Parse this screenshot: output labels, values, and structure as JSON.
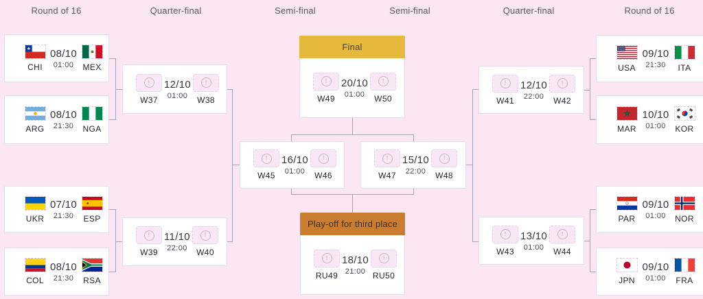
{
  "columns": [
    "Round of 16",
    "Quarter-final",
    "Semi-final",
    "Semi-final",
    "Quarter-final",
    "Round of 16"
  ],
  "colors": {
    "background": "#fae7f3",
    "card_border": "#e7dcea",
    "connector": "#a9a1b6",
    "final_header_bg": "#e5b93c",
    "third_place_header_bg": "#cb7d2f"
  },
  "matches": [
    {
      "slot": "r16-left-1",
      "home": {
        "code": "CHI",
        "flag": "chile"
      },
      "away": {
        "code": "MEX",
        "flag": "mexico"
      },
      "date": "08/10",
      "time": "01:00"
    },
    {
      "slot": "r16-left-2",
      "home": {
        "code": "ARG",
        "flag": "argentina"
      },
      "away": {
        "code": "NGA",
        "flag": "nigeria"
      },
      "date": "08/10",
      "time": "21:30"
    },
    {
      "slot": "r16-left-3",
      "home": {
        "code": "UKR",
        "flag": "ukraine"
      },
      "away": {
        "code": "ESP",
        "flag": "spain"
      },
      "date": "07/10",
      "time": "21:30"
    },
    {
      "slot": "r16-left-4",
      "home": {
        "code": "COL",
        "flag": "colombia"
      },
      "away": {
        "code": "RSA",
        "flag": "south-africa"
      },
      "date": "08/10",
      "time": "21:30"
    },
    {
      "slot": "qf-left-1",
      "home": {
        "code": "W37",
        "flag": "tbd"
      },
      "away": {
        "code": "W38",
        "flag": "tbd"
      },
      "date": "12/10",
      "time": "01:00"
    },
    {
      "slot": "qf-left-2",
      "home": {
        "code": "W39",
        "flag": "tbd"
      },
      "away": {
        "code": "W40",
        "flag": "tbd"
      },
      "date": "11/10",
      "time": "22:00"
    },
    {
      "slot": "sf-left",
      "home": {
        "code": "W45",
        "flag": "tbd"
      },
      "away": {
        "code": "W46",
        "flag": "tbd"
      },
      "date": "16/10",
      "time": "01:00"
    },
    {
      "slot": "sf-right",
      "home": {
        "code": "W47",
        "flag": "tbd"
      },
      "away": {
        "code": "W48",
        "flag": "tbd"
      },
      "date": "15/10",
      "time": "22:00"
    },
    {
      "slot": "final",
      "header": "Final",
      "home": {
        "code": "W49",
        "flag": "tbd"
      },
      "away": {
        "code": "W50",
        "flag": "tbd"
      },
      "date": "20/10",
      "time": "01:00"
    },
    {
      "slot": "third-place",
      "header": "Play-off for third place",
      "home": {
        "code": "RU49",
        "flag": "tbd"
      },
      "away": {
        "code": "RU50",
        "flag": "tbd"
      },
      "date": "18/10",
      "time": "21:00"
    },
    {
      "slot": "qf-right-1",
      "home": {
        "code": "W41",
        "flag": "tbd"
      },
      "away": {
        "code": "W42",
        "flag": "tbd"
      },
      "date": "12/10",
      "time": "22:00"
    },
    {
      "slot": "qf-right-2",
      "home": {
        "code": "W43",
        "flag": "tbd"
      },
      "away": {
        "code": "W44",
        "flag": "tbd"
      },
      "date": "13/10",
      "time": "01:00"
    },
    {
      "slot": "r16-right-1",
      "home": {
        "code": "USA",
        "flag": "usa"
      },
      "away": {
        "code": "ITA",
        "flag": "italy"
      },
      "date": "09/10",
      "time": "21:30"
    },
    {
      "slot": "r16-right-2",
      "home": {
        "code": "MAR",
        "flag": "morocco"
      },
      "away": {
        "code": "KOR",
        "flag": "south-korea"
      },
      "date": "10/10",
      "time": "01:00"
    },
    {
      "slot": "r16-right-3",
      "home": {
        "code": "PAR",
        "flag": "paraguay"
      },
      "away": {
        "code": "NOR",
        "flag": "norway"
      },
      "date": "09/10",
      "time": "01:00"
    },
    {
      "slot": "r16-right-4",
      "home": {
        "code": "JPN",
        "flag": "japan"
      },
      "away": {
        "code": "FRA",
        "flag": "france"
      },
      "date": "09/10",
      "time": "01:00"
    }
  ]
}
